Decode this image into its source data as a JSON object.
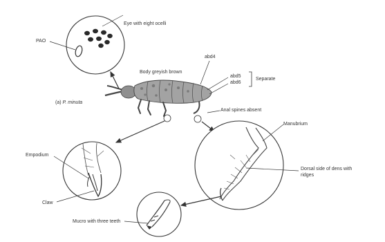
{
  "labels": {
    "eye_title": "Eye with eight ocelli",
    "pao": "PAO",
    "body": "Body greyish brown",
    "abd4": "abd4",
    "abd5": "abd5",
    "abd6": "abd6",
    "separate": "Separate",
    "species_prefix": "(a) ",
    "species_name": "P. minuta",
    "anal_spines": "Anal spines absent",
    "manubrium": "Manubrium",
    "dens_line1": "Dorsal side of dens with",
    "dens_line2": "ridges",
    "empodium": "Empodium",
    "claw": "Claw",
    "mucro": "Mucro with three teeth"
  },
  "colors": {
    "ink": "#333333",
    "body_fill": "#9a9a9a",
    "body_dark": "#5a5a5a",
    "ocelli": "#2a2a2a"
  }
}
